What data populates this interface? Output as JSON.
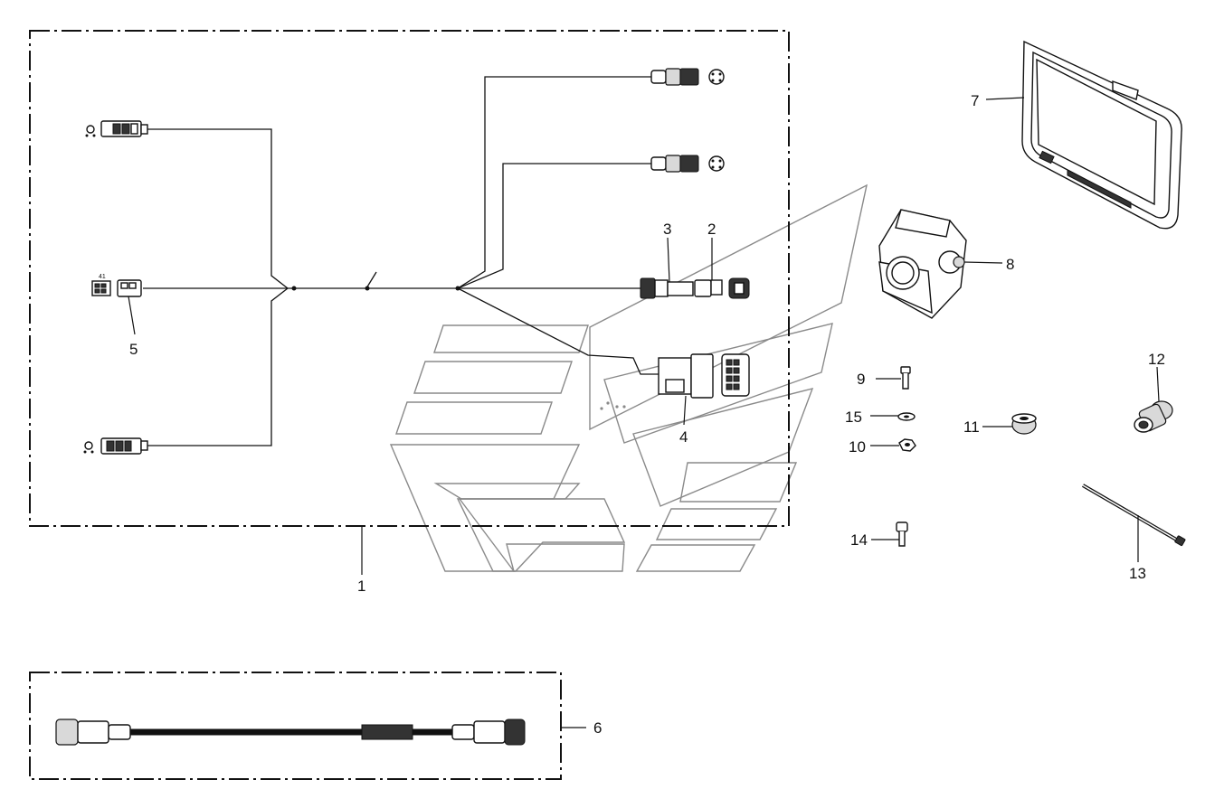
{
  "callouts": {
    "c1": "1",
    "c2": "2",
    "c3": "3",
    "c4": "4",
    "c5": "5",
    "c6": "6",
    "c7": "7",
    "c8": "8",
    "c9": "9",
    "c10": "10",
    "c11": "11",
    "c12": "12",
    "c13": "13",
    "c14": "14",
    "c15": "15"
  },
  "pin_label": "41",
  "colors": {
    "line": "#111111",
    "watermark": "#8a8a8a",
    "background": "#ffffff"
  }
}
